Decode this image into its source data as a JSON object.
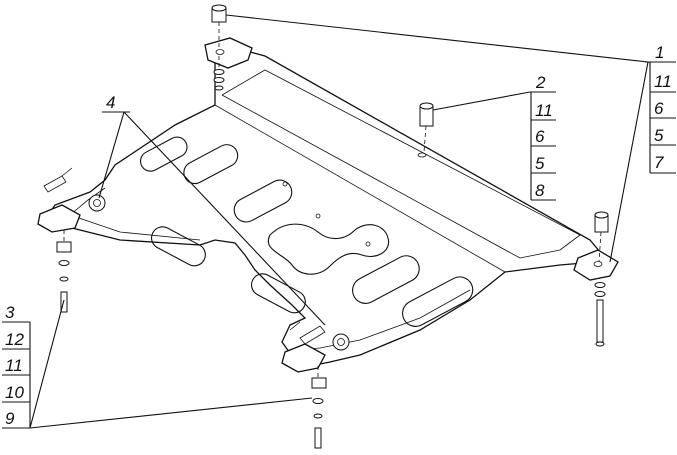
{
  "callouts": {
    "top_right": {
      "leader": "1",
      "items": [
        "11",
        "6",
        "5",
        "7"
      ]
    },
    "mid_right": {
      "leader": "2",
      "items": [
        "11",
        "6",
        "5",
        "8"
      ]
    },
    "left_bracket": {
      "leader": "4"
    },
    "bottom_left": {
      "leader": "3",
      "items": [
        "12",
        "11",
        "10",
        "9"
      ]
    }
  },
  "colors": {
    "line": "#111111",
    "background": "#ffffff"
  }
}
